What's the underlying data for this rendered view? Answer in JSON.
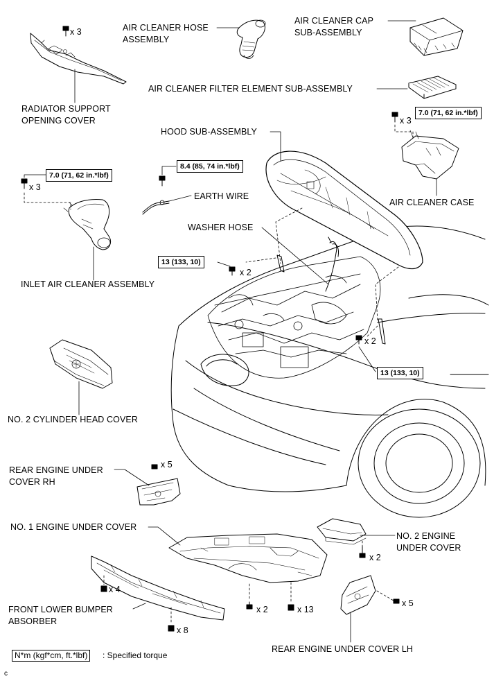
{
  "labels": {
    "radiator_support_cover": [
      "RADIATOR SUPPORT",
      "OPENING COVER"
    ],
    "air_cleaner_hose": [
      "AIR CLEANER HOSE",
      "ASSEMBLY"
    ],
    "air_cleaner_cap": [
      "AIR CLEANER CAP",
      "SUB-ASSEMBLY"
    ],
    "air_cleaner_filter": "AIR CLEANER FILTER ELEMENT SUB-ASSEMBLY",
    "hood": "HOOD SUB-ASSEMBLY",
    "earth_wire": "EARTH WIRE",
    "air_cleaner_case": "AIR CLEANER CASE",
    "washer_hose": "WASHER HOSE",
    "inlet_air_cleaner": "INLET AIR CLEANER ASSEMBLY",
    "cylinder_head_cover": "NO. 2 CYLINDER HEAD COVER",
    "rear_under_cover_rh": [
      "REAR ENGINE UNDER",
      "COVER RH"
    ],
    "no1_under_cover": "NO. 1 ENGINE UNDER COVER",
    "no2_under_cover": [
      "NO. 2 ENGINE",
      "UNDER COVER"
    ],
    "front_lower_bumper_absorber": [
      "FRONT LOWER BUMPER",
      "ABSORBER"
    ],
    "rear_under_cover_lh": "REAR ENGINE UNDER COVER LH"
  },
  "quantities": {
    "radiator_cover_bolts": "x 3",
    "air_cleaner_case_bolts": "x 3",
    "inlet_bolts": "x 3",
    "hood_left_bolts": "x 2",
    "hood_right_bolts": "x 2",
    "rear_rh_clips": "x 5",
    "no2_under_bolts": "x 2",
    "bumper_absorber_clips_left": "x 4",
    "no1_under_bolts": "x 2",
    "no1_under_clips": "x 13",
    "bumper_absorber_clips_bottom": "x 8",
    "rear_lh_clips": "x 5"
  },
  "torques": {
    "air_cleaner_case": "7.0 (71, 62 in.*lbf)",
    "earth_wire": "8.4 (85, 74 in.*lbf)",
    "inlet_air_cleaner": "7.0 (71, 62 in.*lbf)",
    "hood_left": "13 (133, 10)",
    "hood_right": "13 (133, 10)"
  },
  "legend": {
    "unit": "N*m (kgf*cm, ft.*lbf)",
    "text": ": Specified torque"
  },
  "corner_code": "c"
}
